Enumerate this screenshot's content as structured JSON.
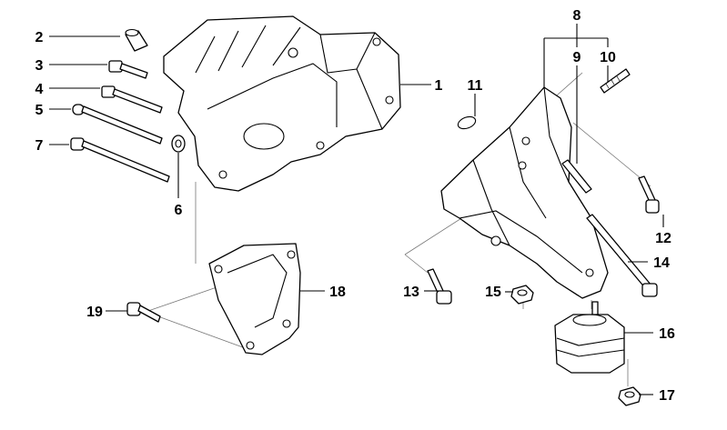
{
  "callouts": {
    "n1": "1",
    "n2": "2",
    "n3": "3",
    "n4": "4",
    "n5": "5",
    "n6": "6",
    "n7": "7",
    "n8": "8",
    "n9": "9",
    "n10": "10",
    "n11": "11",
    "n12": "12",
    "n13": "13",
    "n14": "14",
    "n15": "15",
    "n16": "16",
    "n17": "17",
    "n18": "18",
    "n19": "19"
  }
}
